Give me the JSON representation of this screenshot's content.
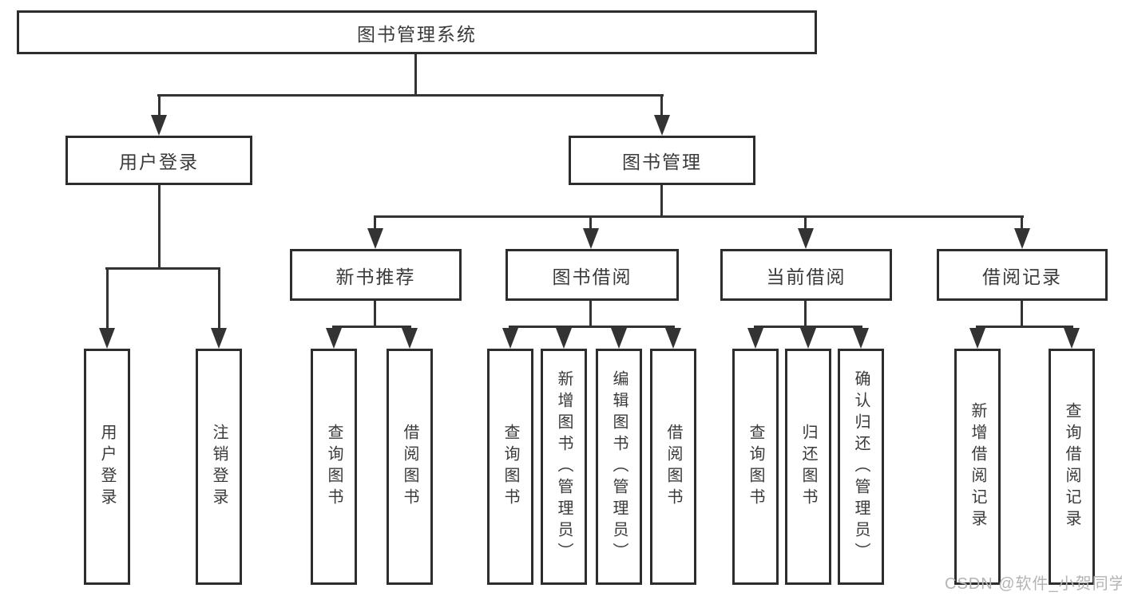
{
  "diagram": {
    "root": {
      "label": "图书管理系统"
    },
    "level2": [
      {
        "id": "user-login",
        "label": "用户登录"
      },
      {
        "id": "book-management",
        "label": "图书管理"
      }
    ],
    "level3": [
      {
        "id": "new-book-recommend",
        "label": "新书推荐"
      },
      {
        "id": "book-borrow",
        "label": "图书借阅"
      },
      {
        "id": "current-borrow",
        "label": "当前借阅"
      },
      {
        "id": "borrow-records",
        "label": "借阅记录"
      }
    ],
    "leaves": [
      {
        "id": "user-login-leaf",
        "parent": "user-login",
        "label": "用户登录"
      },
      {
        "id": "logout",
        "parent": "user-login",
        "label": "注销登录"
      },
      {
        "id": "query-books-recommend",
        "parent": "new-book-recommend",
        "label": "查询图书"
      },
      {
        "id": "borrow-books-recommend",
        "parent": "new-book-recommend",
        "label": "借阅图书"
      },
      {
        "id": "query-books-borrow",
        "parent": "book-borrow",
        "label": "查询图书"
      },
      {
        "id": "add-books-admin",
        "parent": "book-borrow",
        "label": "新增图书（管理员）"
      },
      {
        "id": "edit-books-admin",
        "parent": "book-borrow",
        "label": "编辑图书（管理员）"
      },
      {
        "id": "borrow-books",
        "parent": "book-borrow",
        "label": "借阅图书"
      },
      {
        "id": "query-books-current",
        "parent": "current-borrow",
        "label": "查询图书"
      },
      {
        "id": "return-books",
        "parent": "current-borrow",
        "label": "归还图书"
      },
      {
        "id": "confirm-return-admin",
        "parent": "current-borrow",
        "label": "确认归还（管理员）"
      },
      {
        "id": "add-borrow-record",
        "parent": "borrow-records",
        "label": "新增借阅记录"
      },
      {
        "id": "query-borrow-record",
        "parent": "borrow-records",
        "label": "查询借阅记录"
      }
    ],
    "watermark": "CSDN @软件_小贺同学",
    "colors": {
      "line": "#333333",
      "border": "#2d2d2d",
      "text": "#3a3a3a",
      "background": "#ffffff",
      "watermark": "#b4b4b4"
    }
  }
}
